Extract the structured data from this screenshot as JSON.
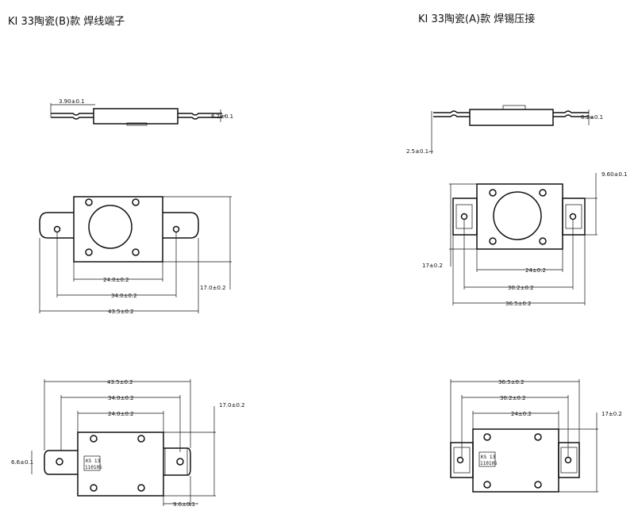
{
  "titles": {
    "left": "KI 33陶瓷(B)款 焊线端子",
    "right": "KI 33陶瓷(A)款 焊锡压接"
  },
  "left": {
    "side_view": {
      "d1": "3.90±0.1",
      "d2": "6.2±0.1"
    },
    "top_view": {
      "d1": "24.0±0.2",
      "d2": "34.0±0.2",
      "d3": "43.5±0.2",
      "d4": "17.0±0.2"
    },
    "bottom_view": {
      "d1": "43.5±0.2",
      "d2": "34.0±0.2",
      "d3": "24.0±0.2",
      "d4": "17.0±0.2",
      "d5": "6.6±0.1",
      "d6": "9.6±0.1"
    },
    "label": {
      "line1": "KS 13",
      "line2": "110105"
    }
  },
  "right": {
    "side_view": {
      "d1": "6.2±0.1",
      "d2": "2.5±0.1"
    },
    "top_view": {
      "d1": "9.60±0.1",
      "d2": "17±0.2",
      "d3": "24±0.2",
      "d4": "30.2±0.2",
      "d5": "36.5±0.2"
    },
    "bottom_view": {
      "d1": "36.5±0.2",
      "d2": "30.2±0.2",
      "d3": "24±0.2",
      "d4": "17±0.2"
    },
    "label": {
      "line1": "KS 13",
      "line2": "110105"
    }
  }
}
